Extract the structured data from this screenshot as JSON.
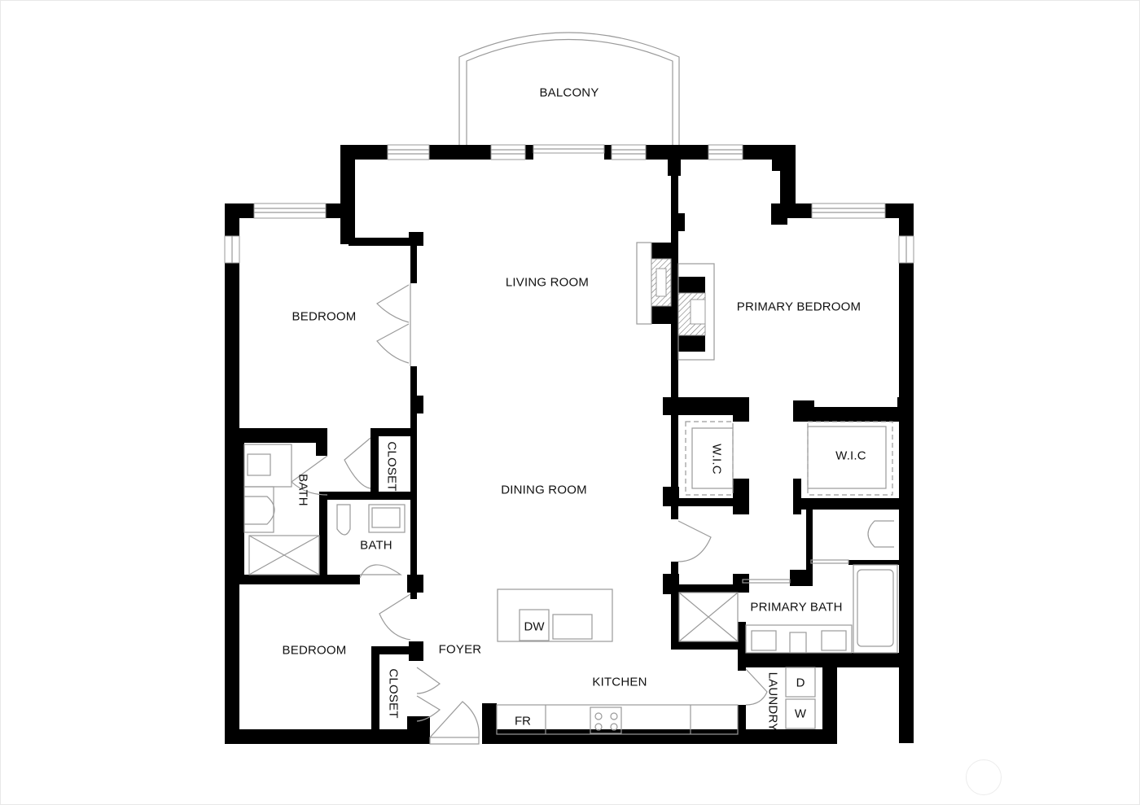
{
  "plan": {
    "rooms": {
      "balcony": "BALCONY",
      "living_room": "LIVING ROOM",
      "dining_room": "DINING ROOM",
      "kitchen": "KITCHEN",
      "foyer": "FOYER",
      "bedroom_1": "BEDROOM",
      "bedroom_2": "BEDROOM",
      "primary_bedroom": "PRIMARY BEDROOM",
      "primary_bath": "PRIMARY BATH",
      "bath_1": "BATH",
      "bath_2": "BATH",
      "closet_1": "CLOSET",
      "closet_2": "CLOSET",
      "wic_1": "W.I.C",
      "wic_2": "W.I.C",
      "laundry": "LAUNDRY"
    },
    "fixtures": {
      "dishwasher": "DW",
      "refrigerator": "FR",
      "dryer": "D",
      "washer": "W"
    },
    "colors": {
      "wall": "#000000",
      "line": "#9a9a9a",
      "background": "#ffffff"
    }
  }
}
